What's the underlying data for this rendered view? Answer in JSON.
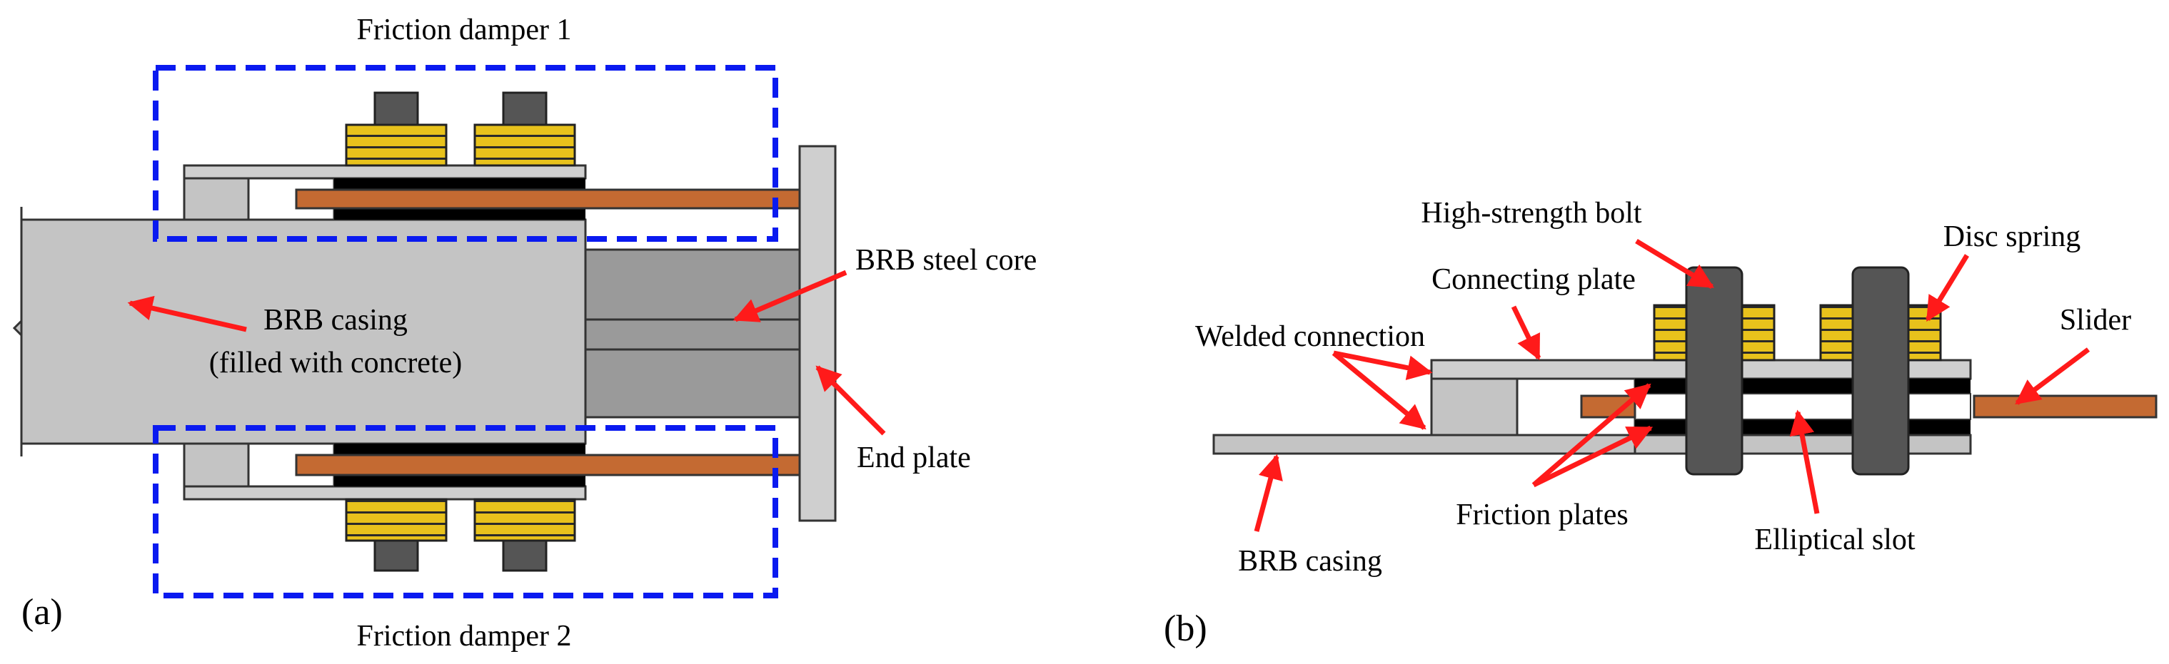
{
  "colors": {
    "casing": "#c4c4c4",
    "core": "#9a9a9a",
    "end_plate": "#cfcfcf",
    "slider": "#c46a32",
    "friction": "#000000",
    "spring": "#e8c21c",
    "bolt": "#555555",
    "dashed_box": "#0a1af0",
    "arrow": "#ff1a1a"
  },
  "panel_a": {
    "label": "(a)",
    "friction_damper_1": "Friction damper 1",
    "friction_damper_2": "Friction damper 2",
    "brb_casing": "BRB casing",
    "brb_casing_note": "(filled with concrete)",
    "brb_steel_core": "BRB steel core",
    "end_plate": "End plate"
  },
  "panel_b": {
    "label": "(b)",
    "high_strength_bolt": "High-strength bolt",
    "disc_spring": "Disc spring",
    "connecting_plate": "Connecting plate",
    "welded_connection": "Welded connection",
    "slider": "Slider",
    "friction_plates": "Friction plates",
    "elliptical_slot": "Elliptical slot",
    "brb_casing": "BRB casing"
  }
}
